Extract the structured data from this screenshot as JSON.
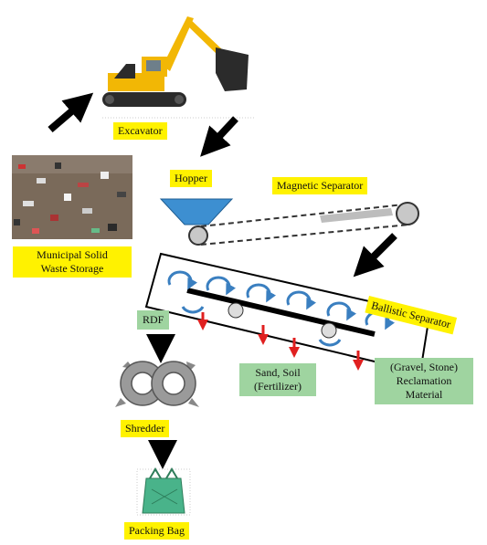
{
  "labels": {
    "excavator": "Excavator",
    "hopper": "Hopper",
    "magnetic_separator": "Magnetic Separator",
    "msw_storage_line1": "Municipal Solid",
    "msw_storage_line2": "Waste Storage",
    "ballistic_separator": "Ballistic Separator",
    "rdf": "RDF",
    "sand_soil_line1": "Sand, Soil",
    "sand_soil_line2": "(Fertilizer)",
    "reclamation_line1": "(Gravel, Stone)",
    "reclamation_line2": "Reclamation",
    "reclamation_line3": "Material",
    "shredder": "Shredder",
    "packing_bag": "Packing Bag"
  },
  "colors": {
    "label_yellow": "#fff200",
    "label_green": "#9fd4a0",
    "hopper_blue": "#3d8fd1",
    "excavator_yellow": "#f2b705",
    "drop_arrow_red": "#e02020",
    "rotation_arrow_blue": "#3a7fc0",
    "bag_green": "#49b38a"
  },
  "icons": [
    "excavator-icon",
    "waste-pile-image",
    "hopper-icon",
    "conveyor-icon",
    "ballistic-separator-icon",
    "shredder-icon",
    "packing-bag-icon",
    "flow-arrow-icon"
  ]
}
